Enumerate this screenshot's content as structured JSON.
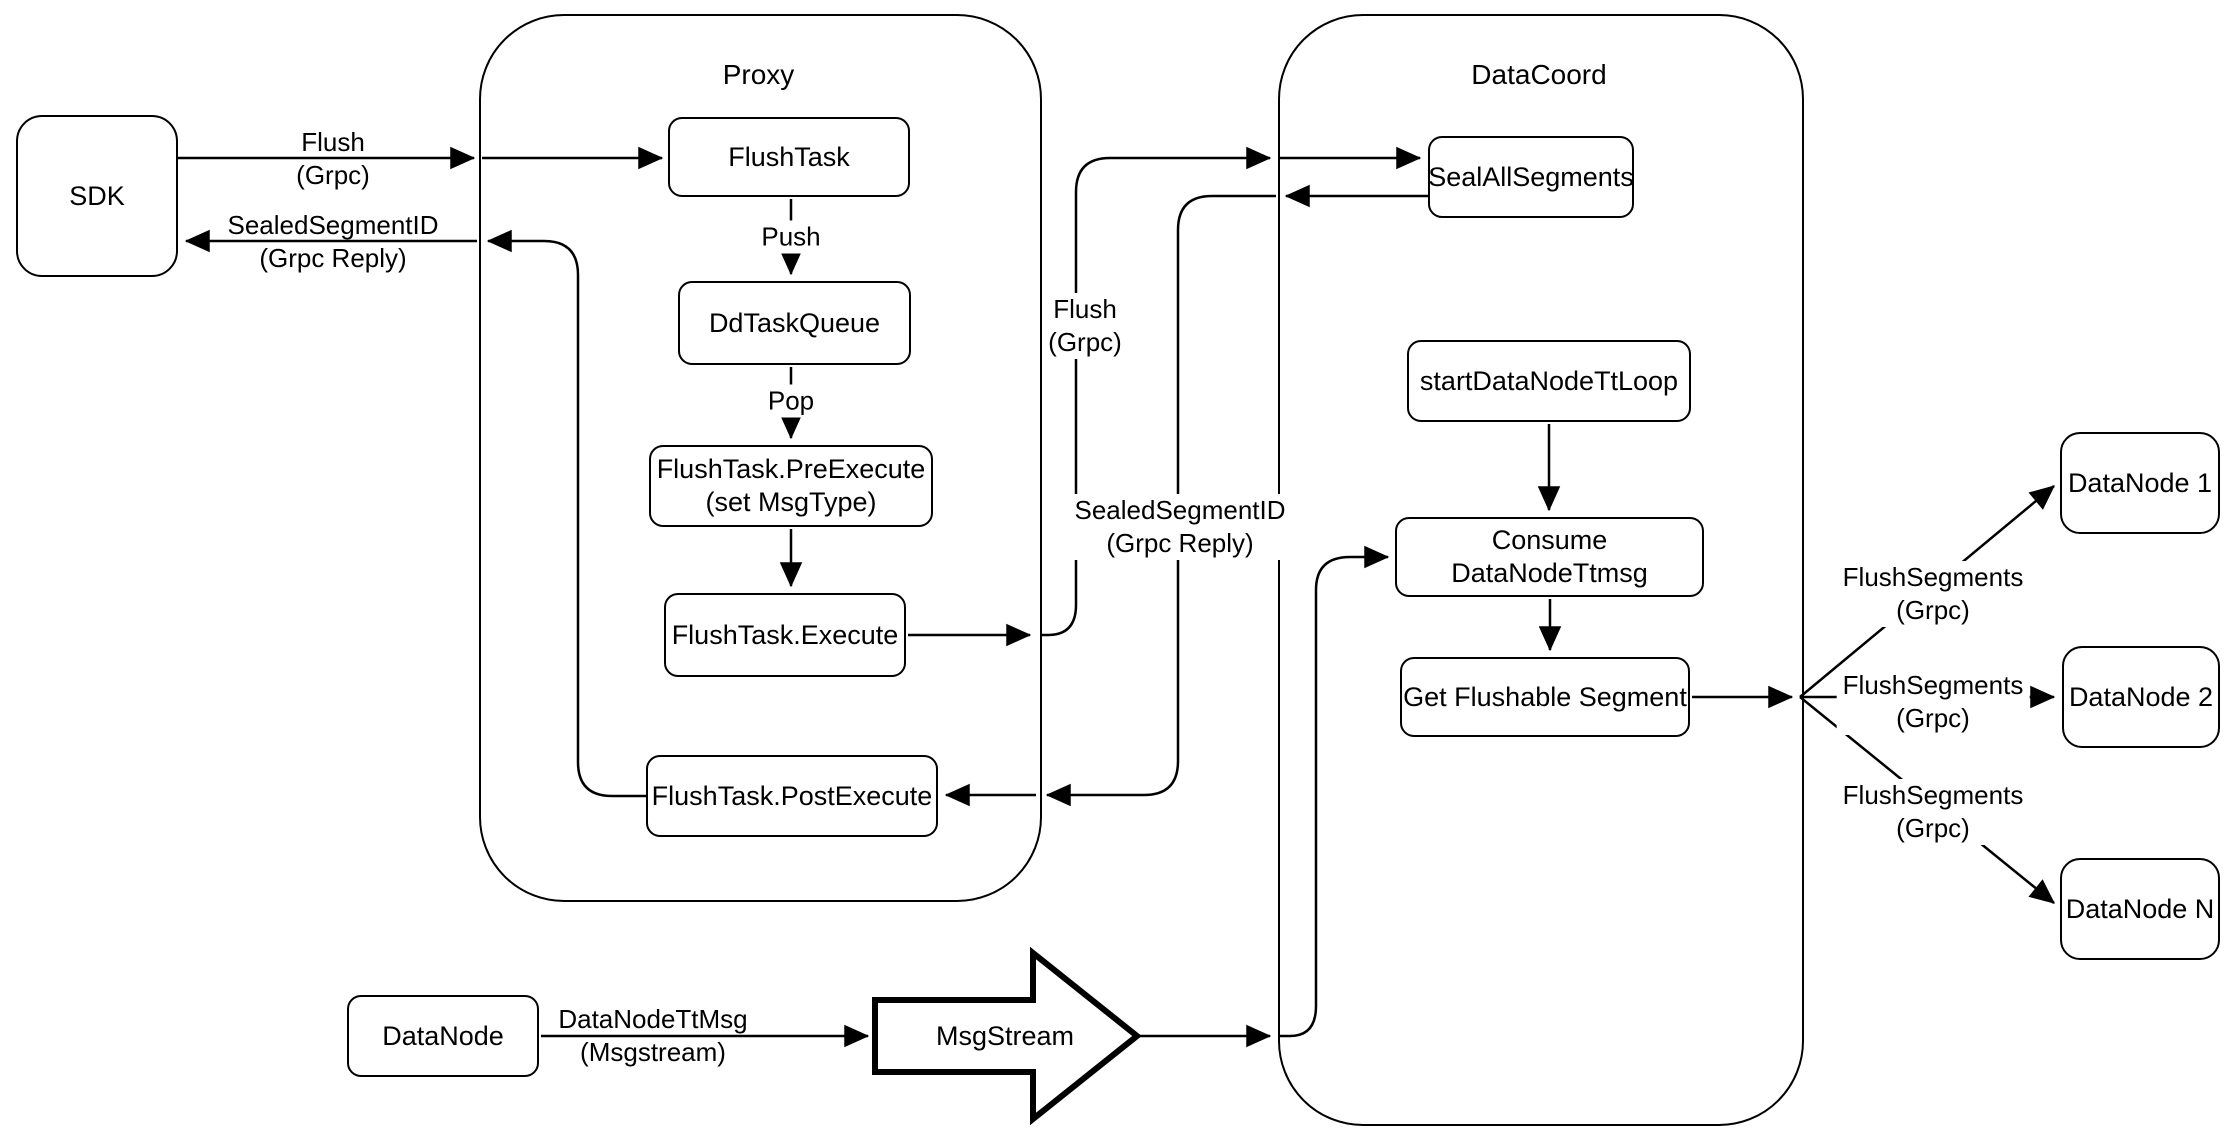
{
  "diagram": {
    "colors": {
      "stroke": "#000000",
      "fill": "#ffffff"
    },
    "containers": {
      "proxy": {
        "title": "Proxy"
      },
      "datacoord": {
        "title": "DataCoord"
      }
    },
    "nodes": {
      "sdk": {
        "label": "SDK"
      },
      "flush_task": {
        "label": "FlushTask"
      },
      "dd_task_queue": {
        "label": "DdTaskQueue"
      },
      "pre_execute": {
        "label": "FlushTask.PreExecute\n(set MsgType)"
      },
      "execute": {
        "label": "FlushTask.Execute"
      },
      "post_execute": {
        "label": "FlushTask.PostExecute"
      },
      "seal_all_segments": {
        "label": "SealAllSegments"
      },
      "start_tt_loop": {
        "label": "startDataNodeTtLoop"
      },
      "consume_ttmsg": {
        "label": "Consume DataNodeTtmsg"
      },
      "get_flushable": {
        "label": "Get Flushable Segment"
      },
      "datanode1": {
        "label": "DataNode 1"
      },
      "datanode2": {
        "label": "DataNode 2"
      },
      "datanoden": {
        "label": "DataNode N"
      },
      "datanode_src": {
        "label": "DataNode"
      },
      "msgstream": {
        "label": "MsgStream"
      }
    },
    "edge_labels": {
      "flush_grpc_left": "Flush\n(Grpc)",
      "sealed_reply_left": "SealedSegmentID\n(Grpc Reply)",
      "push": "Push",
      "pop": "Pop",
      "flush_grpc_mid": "Flush\n(Grpc)",
      "sealed_reply_mid": "SealedSegmentID\n(Grpc Reply)",
      "flush_segments_1": "FlushSegments\n(Grpc)",
      "flush_segments_2": "FlushSegments\n(Grpc)",
      "flush_segments_3": "FlushSegments\n(Grpc)",
      "datanode_ttmsg": "DataNodeTtMsg\n(Msgstream)"
    }
  }
}
